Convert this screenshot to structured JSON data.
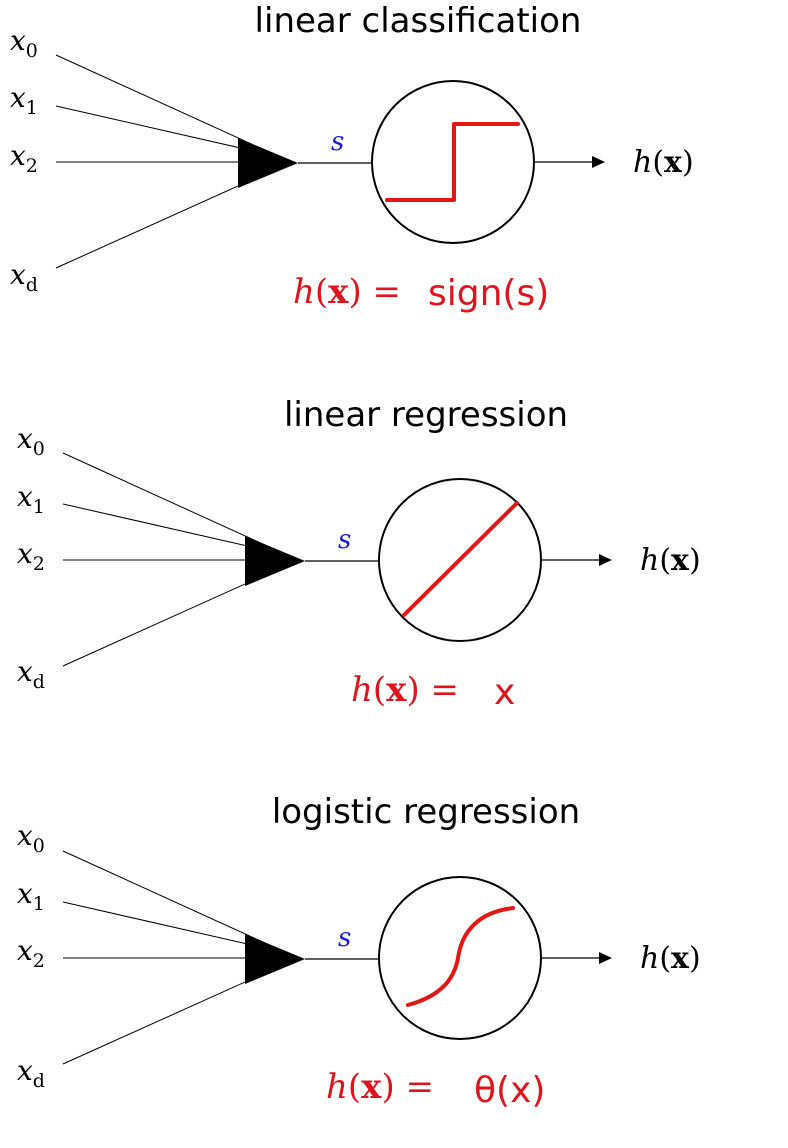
{
  "panels": [
    {
      "title": "linear classification",
      "inputs": [
        {
          "base": "x",
          "sub": "0"
        },
        {
          "base": "x",
          "sub": "1"
        },
        {
          "base": "x",
          "sub": "2"
        },
        {
          "base": "x",
          "sub": "d"
        }
      ],
      "signal": "s",
      "output": {
        "h": "h",
        "open": "(",
        "x": "x",
        "close": ")"
      },
      "formula_lhs": {
        "h": "h",
        "open": "(",
        "x": "x",
        "close": ")",
        "eq": " ="
      },
      "formula_rhs": "sign(s)",
      "activation": "step"
    },
    {
      "title": "linear regression",
      "inputs": [
        {
          "base": "x",
          "sub": "0"
        },
        {
          "base": "x",
          "sub": "1"
        },
        {
          "base": "x",
          "sub": "2"
        },
        {
          "base": "x",
          "sub": "d"
        }
      ],
      "signal": "s",
      "output": {
        "h": "h",
        "open": "(",
        "x": "x",
        "close": ")"
      },
      "formula_lhs": {
        "h": "h",
        "open": "(",
        "x": "x",
        "close": ")",
        "eq": " ="
      },
      "formula_rhs": "x",
      "activation": "identity"
    },
    {
      "title": "logistic regression",
      "inputs": [
        {
          "base": "x",
          "sub": "0"
        },
        {
          "base": "x",
          "sub": "1"
        },
        {
          "base": "x",
          "sub": "2"
        },
        {
          "base": "x",
          "sub": "d"
        }
      ],
      "signal": "s",
      "output": {
        "h": "h",
        "open": "(",
        "x": "x",
        "close": ")"
      },
      "formula_lhs": {
        "h": "h",
        "open": "(",
        "x": "x",
        "close": ")",
        "eq": " ="
      },
      "formula_rhs": "θ(x)",
      "activation": "sigmoid"
    }
  ],
  "colors": {
    "formula": "#e0141e",
    "activation_curve": "#e51616",
    "signal_label": "#1a1ad6",
    "lines": "#000000"
  }
}
